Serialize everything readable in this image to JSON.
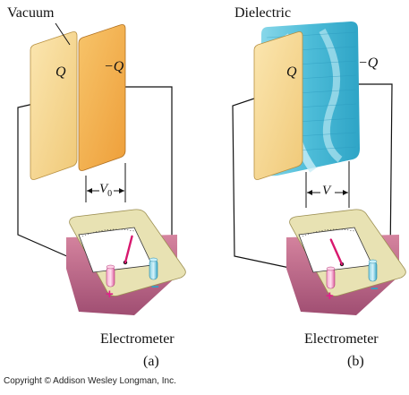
{
  "panel_a": {
    "region_label": "Vacuum",
    "charge_left": "Q",
    "charge_right": "−Q",
    "voltage_symbol": "V",
    "voltage_subscript": "0",
    "meter_label": "Electrometer",
    "caption": "(a)",
    "needle_level": 0.62
  },
  "panel_b": {
    "region_label": "Dielectric",
    "charge_left": "Q",
    "charge_right": "−Q",
    "voltage_symbol": "V",
    "meter_label": "Electrometer",
    "caption": "(b)",
    "needle_level": 0.3
  },
  "terminal_plus": "+",
  "terminal_minus": "−",
  "copyright": "Copyright © Addison Wesley Longman, Inc.",
  "colors": {
    "plate_pale": "#f4d68c",
    "plate_dark": "#f3b04e",
    "dielectric": "#5fc4dc",
    "meter_body": "#e8e2b3",
    "meter_side": "#c06a8c",
    "needle": "#d8186e",
    "plus": "#e0208a",
    "minus": "#2aa6c8"
  }
}
